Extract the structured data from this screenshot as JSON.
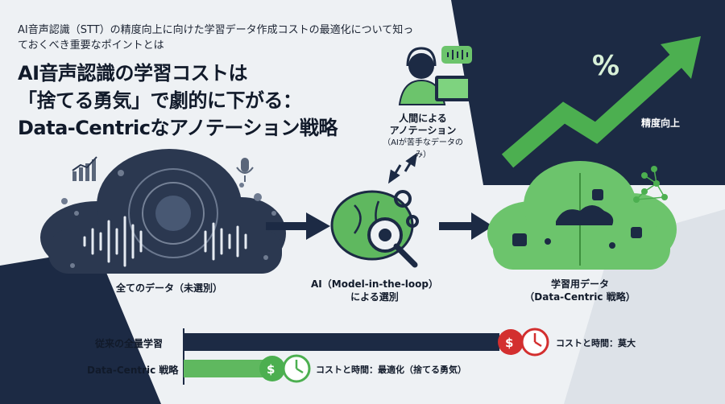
{
  "header": {
    "subtitle": "AI音声認識（STT）の精度向上に向けた学習データ作成コストの最適化について知っておくべき重要なポイントとは",
    "title_line1": "AI音声認識の学習コストは",
    "title_line2": "「捨てる勇気」で劇的に下がる：",
    "title_line3": "Data-Centricなアノテーション戦略"
  },
  "diagram": {
    "annotation_label_1": "人間による",
    "annotation_label_2": "アノテーション",
    "annotation_label_3": "（AIが苦手なデータのみ）",
    "accuracy_label": "精度向上",
    "percent_symbol": "%",
    "all_data_label": "全てのデータ（未選別）",
    "ai_select_label_1": "AI（Model-in-the-loop）",
    "ai_select_label_2": "による選別",
    "training_data_label_1": "学習用データ",
    "training_data_label_2": "（Data-Centric 戦略）"
  },
  "comparison": {
    "traditional_label": "従来の全量学習",
    "traditional_cost": "コストと時間：莫大",
    "datacentric_label": "Data-Centric 戦略",
    "datacentric_cost": "コストと時間：最適化（捨てる勇気）",
    "dollar_symbol": "$"
  },
  "colors": {
    "navy": "#1c2a44",
    "green": "#4caf50",
    "light_green": "#7ed37f",
    "red": "#d32f2f"
  }
}
